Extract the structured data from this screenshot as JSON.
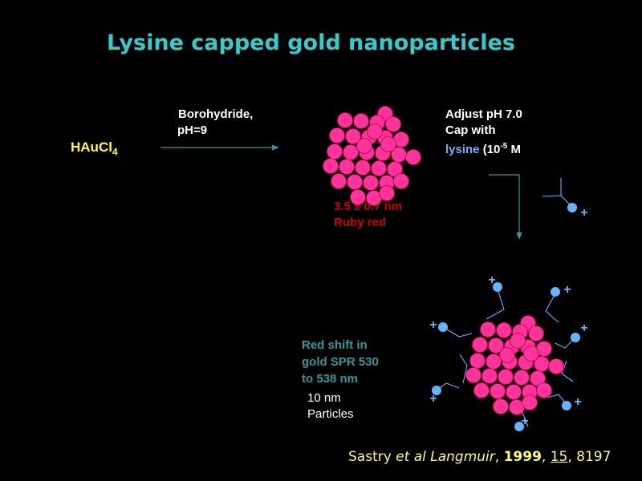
{
  "title": "Lysine capped gold nanoparticles",
  "reactant": {
    "main": "HAuCl",
    "sub": "4"
  },
  "step1": {
    "line1": "Borohydride,",
    "line2": "pH=9"
  },
  "particle1": {
    "size": "3.5 ± 0.7 nm",
    "color_name": "Ruby red"
  },
  "step2": {
    "line1": "Adjust pH 7.0",
    "line2": "Cap with",
    "lysine_word": "lysine",
    "conc_open": " (10",
    "conc_exp": "-5",
    "conc_close": " M"
  },
  "charge_symbol": "+",
  "shift": {
    "line1": "Red shift in",
    "line2": "gold SPR 530",
    "line3": "to 538 nm"
  },
  "particle2": {
    "line1": "10 nm",
    "line2": "Particles"
  },
  "citation": {
    "author": "Sastry ",
    "etal": "et al Langmuir",
    "sep1": ", ",
    "year": "1999",
    "sep2": ", ",
    "volume": "15",
    "sep3": ", ",
    "page": "8197"
  },
  "colors": {
    "background": "#000000",
    "title": "#33CCCC",
    "nanoparticle": "#FF3399",
    "ligand": "#66B3FF",
    "arrow": "#339999",
    "reactant": "#FFFF33",
    "ruby_label": "#CC0000",
    "shift_label": "#339999",
    "citation": "#FFFF66"
  }
}
